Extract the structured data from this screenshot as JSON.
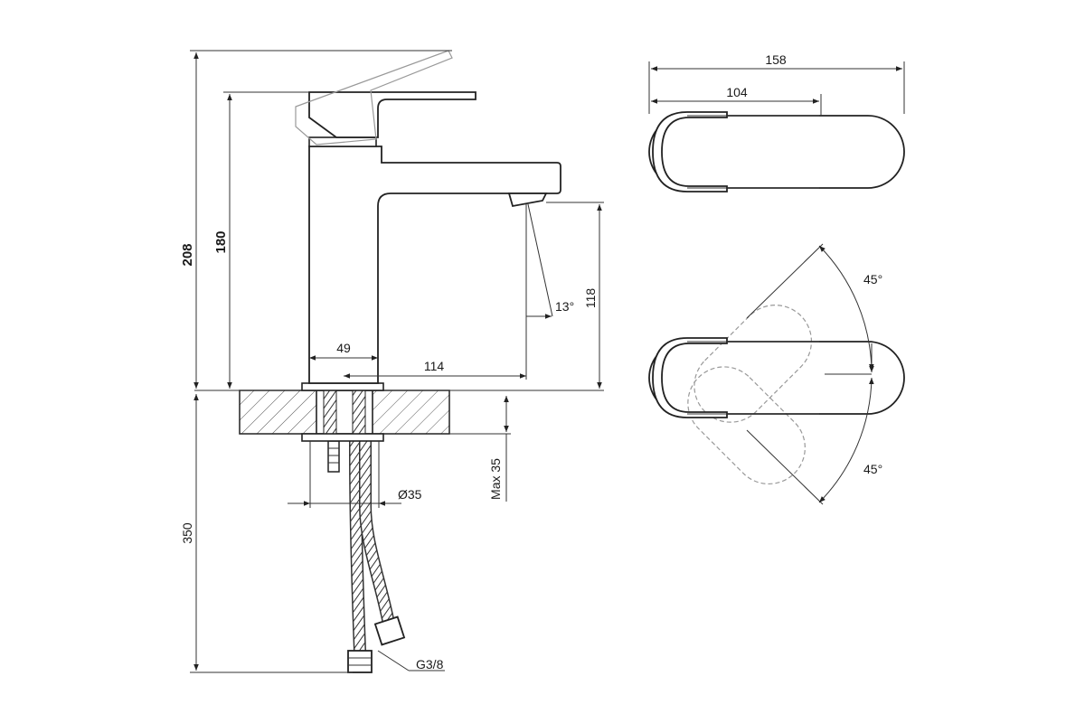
{
  "dimensions": {
    "total_height": "208",
    "body_height": "180",
    "base_width": "49",
    "spout_reach": "114",
    "spout_height": "118",
    "spout_angle": "13°",
    "overall_length": "158",
    "lever_length": "104",
    "hole_diameter": "Ø35",
    "max_thickness": "Max 35",
    "hose_length": "350",
    "hose_thread": "G3/8",
    "rotation_angle_top": "45°",
    "rotation_angle_bottom": "45°"
  },
  "colors": {
    "line": "#222222",
    "hatch": "#555555"
  }
}
